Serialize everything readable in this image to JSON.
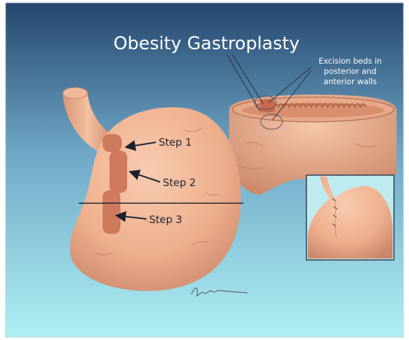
{
  "title": "Obesity Gastroplasty",
  "callout": {
    "line1": "Excision beds in",
    "line2": "posterior and",
    "line3": "anterior walls"
  },
  "steps": [
    {
      "label": "Step 1"
    },
    {
      "label": "Step 2"
    },
    {
      "label": "Step 3"
    }
  ],
  "colors": {
    "background_top": "#24466e",
    "background_mid": "#6fa7c6",
    "background_bottom": "#aef0f3",
    "stomach": "#efb18e",
    "stomach_dark": "#c97f61",
    "excision": "#cf7a5c",
    "text_dark": "#1c2330",
    "text_light": "#ffffff"
  }
}
